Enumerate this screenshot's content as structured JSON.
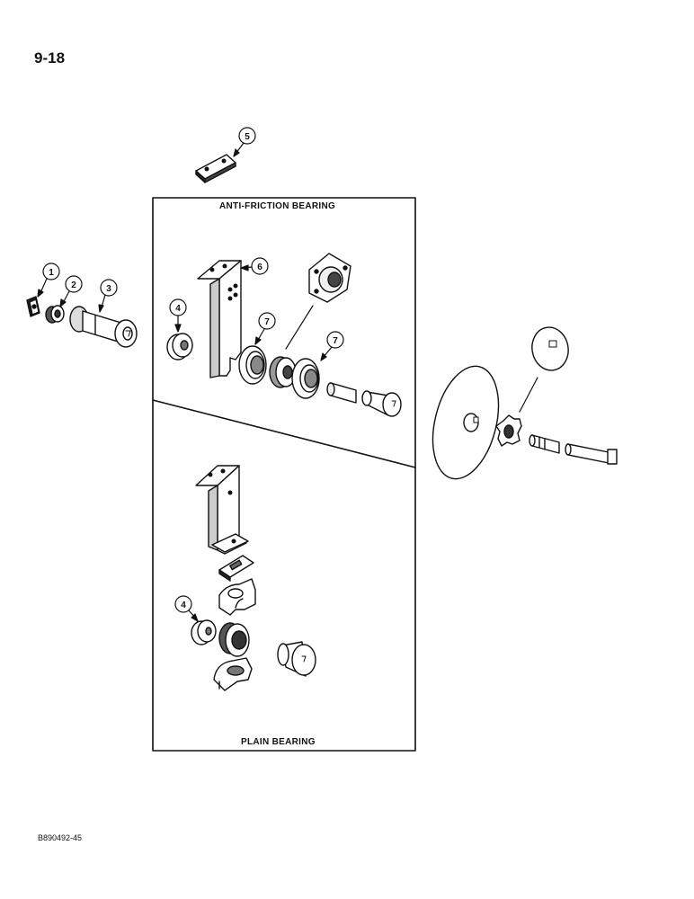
{
  "page": {
    "page_number": "9-18",
    "figure_code": "B890492-45"
  },
  "sections": {
    "anti_friction": "ANTI-FRICTION BEARING",
    "plain": "PLAIN BEARING"
  },
  "callouts": [
    "1",
    "2",
    "3",
    "4",
    "5",
    "6",
    "7",
    "7",
    "4"
  ]
}
